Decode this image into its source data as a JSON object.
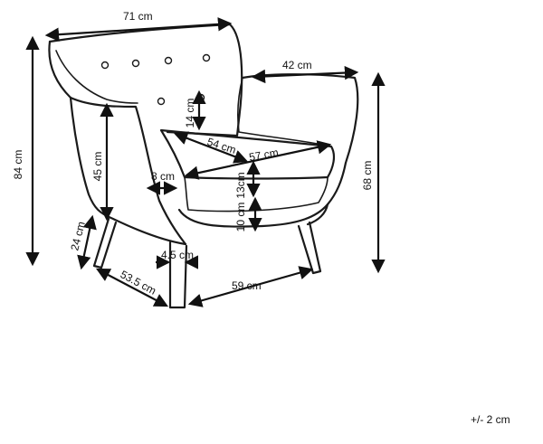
{
  "dimensions": {
    "width_top": "71 cm",
    "arm_width": "42 cm",
    "total_height": "84 cm",
    "back_height": "68 cm",
    "seat_height": "45 cm",
    "arm_above_seat": "14 cm",
    "seat_depth": "54 cm",
    "seat_width": "57 cm",
    "arm_thickness": "8 cm",
    "cushion_thickness": "13cm",
    "base_height": "10 cm",
    "leg_height": "24 cm",
    "leg_thickness": "4.5 cm",
    "depth_bottom": "53.5 cm",
    "width_bottom": "59 cm"
  },
  "tolerance": "+/- 2 cm",
  "colors": {
    "line": "#1a1a1a",
    "background": "#ffffff"
  }
}
